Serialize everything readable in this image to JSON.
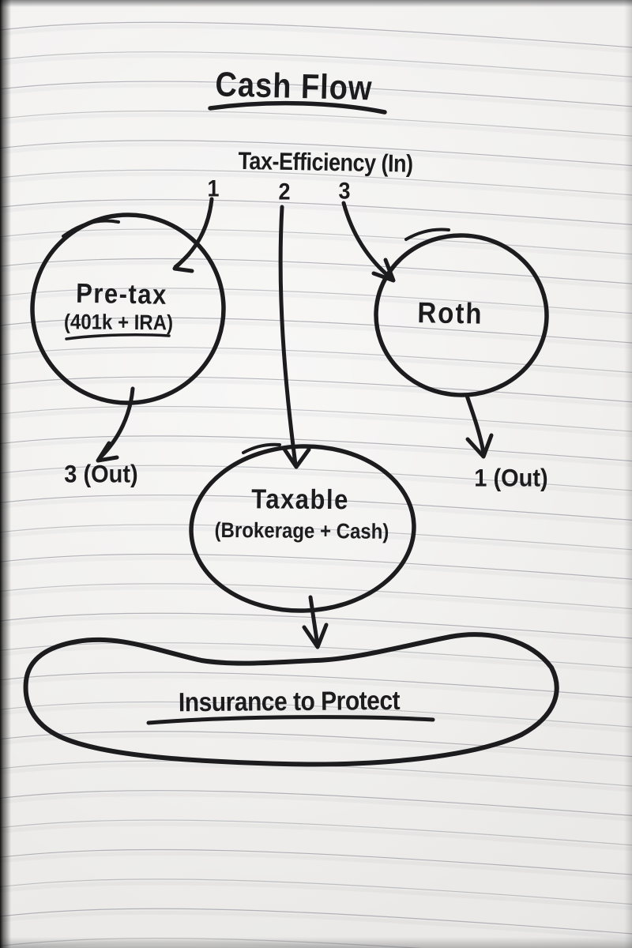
{
  "title": "Cash Flow",
  "inflow": {
    "label": "Tax-Efficiency (In)",
    "channels": [
      "1",
      "2",
      "3"
    ]
  },
  "nodes": {
    "pretax": {
      "label": "Pre-tax",
      "sublabel": "(401k + IRA)"
    },
    "roth": {
      "label": "Roth"
    },
    "taxable": {
      "label": "Taxable",
      "sublabel": "(Brokerage + Cash)"
    }
  },
  "outflows": {
    "pretax": "3 (Out)",
    "roth": "1 (Out)"
  },
  "insurance": {
    "label": "Insurance to Protect"
  },
  "colors": {
    "ink": "#1c1c1e",
    "paper": "#efeeec",
    "rule": "#989aa2"
  }
}
